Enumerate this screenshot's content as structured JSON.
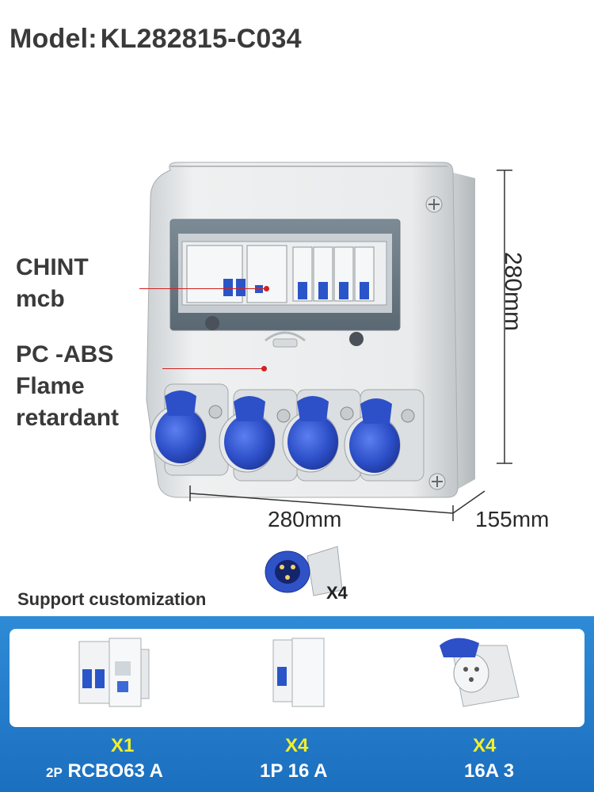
{
  "header": {
    "model_label": "Model:",
    "model_value": "KL282815-C034"
  },
  "callouts": {
    "chint_line1": "CHINT",
    "chint_line2": "mcb",
    "pc_line1": "PC -ABS",
    "pc_line2": "Flame",
    "pc_line3": "retardant"
  },
  "dimensions": {
    "height": "280mm",
    "width": "280mm",
    "depth": "155mm"
  },
  "plug": {
    "quantity": "X4"
  },
  "support_text": "Support customization",
  "components": [
    {
      "quantity": "X1",
      "prefix": "2P",
      "spec": " RCBO63 A"
    },
    {
      "quantity": "X4",
      "spec": "1P 16 A"
    },
    {
      "quantity": "X4",
      "spec": "16A 3"
    }
  ],
  "colors": {
    "accent_blue": "#1f74c4",
    "socket_blue": "#2a50c8",
    "highlight_yellow": "#f4ef2b",
    "leader_red": "#d42020"
  }
}
